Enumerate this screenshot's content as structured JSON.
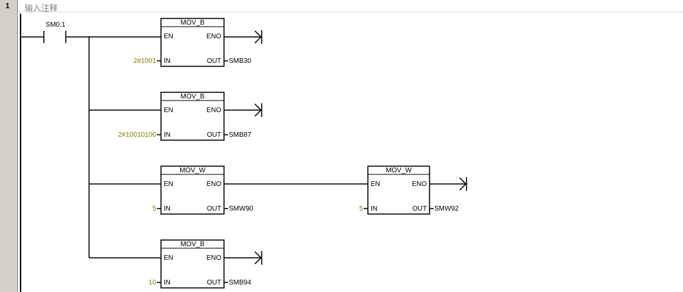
{
  "network": {
    "number": "1",
    "comment": "输入注释"
  },
  "contact": {
    "address": "SM0.1"
  },
  "blocks": [
    {
      "title": "MOV_B",
      "en": "EN",
      "eno": "ENO",
      "in": "IN",
      "out": "OUT",
      "in_value": "2#1001",
      "out_value": "SMB30"
    },
    {
      "title": "MOV_B",
      "en": "EN",
      "eno": "ENO",
      "in": "IN",
      "out": "OUT",
      "in_value": "2#10010100",
      "out_value": "SMB87"
    },
    {
      "title": "MOV_W",
      "en": "EN",
      "eno": "ENO",
      "in": "IN",
      "out": "OUT",
      "in_value": "5",
      "out_value": "SMW90"
    },
    {
      "title": "MOV_W",
      "en": "EN",
      "eno": "ENO",
      "in": "IN",
      "out": "OUT",
      "in_value": "5",
      "out_value": "SMW92"
    },
    {
      "title": "MOV_B",
      "en": "EN",
      "eno": "ENO",
      "in": "IN",
      "out": "OUT",
      "in_value": "10",
      "out_value": "SMB94"
    }
  ],
  "colors": {
    "line": "#000000",
    "input_value": "#808000",
    "gutter": "#d4d0c8",
    "comment": "#808080"
  }
}
